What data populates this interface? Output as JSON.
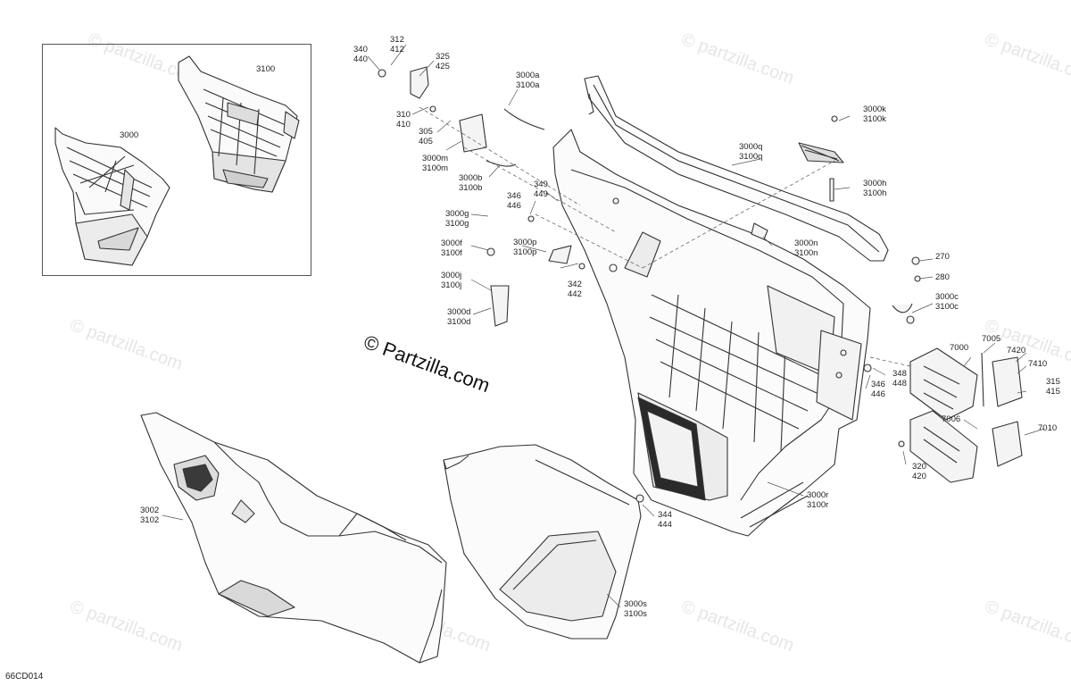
{
  "watermark_text": "© partzilla.com",
  "copyright": "© Partzilla.com",
  "diagram_code": "66CD014",
  "inset_labels": {
    "left": "3000",
    "right": "3100"
  },
  "callouts": [
    {
      "id": "c340",
      "lines": [
        "340",
        "440"
      ]
    },
    {
      "id": "c312",
      "lines": [
        "312",
        "412"
      ]
    },
    {
      "id": "c325",
      "lines": [
        "325",
        "425"
      ]
    },
    {
      "id": "c310",
      "lines": [
        "310",
        "410"
      ]
    },
    {
      "id": "c305",
      "lines": [
        "305",
        "405"
      ]
    },
    {
      "id": "c3000a",
      "lines": [
        "3000a",
        "3100a"
      ]
    },
    {
      "id": "c3000m",
      "lines": [
        "3000m",
        "3100m"
      ]
    },
    {
      "id": "c3000b",
      "lines": [
        "3000b",
        "3100b"
      ]
    },
    {
      "id": "c349",
      "lines": [
        "349",
        "449"
      ]
    },
    {
      "id": "c346a",
      "lines": [
        "346",
        "446"
      ]
    },
    {
      "id": "c3000g",
      "lines": [
        "3000g",
        "3100g"
      ]
    },
    {
      "id": "c3000f",
      "lines": [
        "3000f",
        "3100f"
      ]
    },
    {
      "id": "c3000p",
      "lines": [
        "3000p",
        "3100p"
      ]
    },
    {
      "id": "c3000j",
      "lines": [
        "3000j",
        "3100j"
      ]
    },
    {
      "id": "c342",
      "lines": [
        "342",
        "442"
      ]
    },
    {
      "id": "c3000d",
      "lines": [
        "3000d",
        "3100d"
      ]
    },
    {
      "id": "c3000q",
      "lines": [
        "3000q",
        "3100q"
      ]
    },
    {
      "id": "c3000k",
      "lines": [
        "3000k",
        "3100k"
      ]
    },
    {
      "id": "c3000h",
      "lines": [
        "3000h",
        "3100h"
      ]
    },
    {
      "id": "c3000n",
      "lines": [
        "3000n",
        "3100n"
      ]
    },
    {
      "id": "c270",
      "lines": [
        "270"
      ]
    },
    {
      "id": "c280",
      "lines": [
        "280"
      ]
    },
    {
      "id": "c3000c",
      "lines": [
        "3000c",
        "3100c"
      ]
    },
    {
      "id": "c7005",
      "lines": [
        "7005"
      ]
    },
    {
      "id": "c7000",
      "lines": [
        "7000"
      ]
    },
    {
      "id": "c7420",
      "lines": [
        "7420"
      ]
    },
    {
      "id": "c7410",
      "lines": [
        "7410"
      ]
    },
    {
      "id": "c315",
      "lines": [
        "315",
        "415"
      ]
    },
    {
      "id": "c348",
      "lines": [
        "348",
        "448"
      ]
    },
    {
      "id": "c346b",
      "lines": [
        "346",
        "446"
      ]
    },
    {
      "id": "c7006",
      "lines": [
        "7006"
      ]
    },
    {
      "id": "c7010",
      "lines": [
        "7010"
      ]
    },
    {
      "id": "c320",
      "lines": [
        "320",
        "420"
      ]
    },
    {
      "id": "c3002",
      "lines": [
        "3002",
        "3102"
      ]
    },
    {
      "id": "c344",
      "lines": [
        "344",
        "444"
      ]
    },
    {
      "id": "c3000r",
      "lines": [
        "3000r",
        "3100r"
      ]
    },
    {
      "id": "c3000s",
      "lines": [
        "3000s",
        "3100s"
      ]
    }
  ]
}
